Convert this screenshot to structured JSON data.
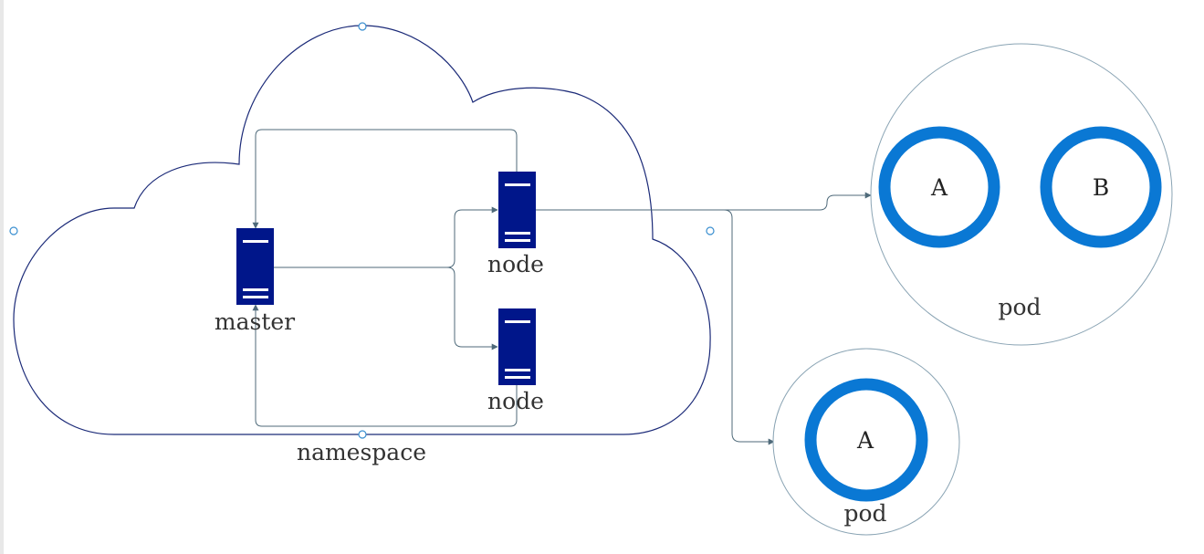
{
  "diagram": {
    "cloud": {
      "label": "namespace"
    },
    "master": {
      "label": "master"
    },
    "nodes": [
      {
        "label": "node"
      },
      {
        "label": "node"
      }
    ],
    "pods": [
      {
        "label": "pod",
        "containers": [
          "A",
          "B"
        ]
      },
      {
        "label": "pod",
        "containers": [
          "A"
        ]
      }
    ],
    "colors": {
      "cloud_stroke": "#1b2a78",
      "server_fill": "#00168a",
      "connector": "#4f6a7a",
      "pod_stroke": "#8aa4b4",
      "container_ring": "#0a78d4",
      "handle": "#3a8fd0"
    }
  }
}
